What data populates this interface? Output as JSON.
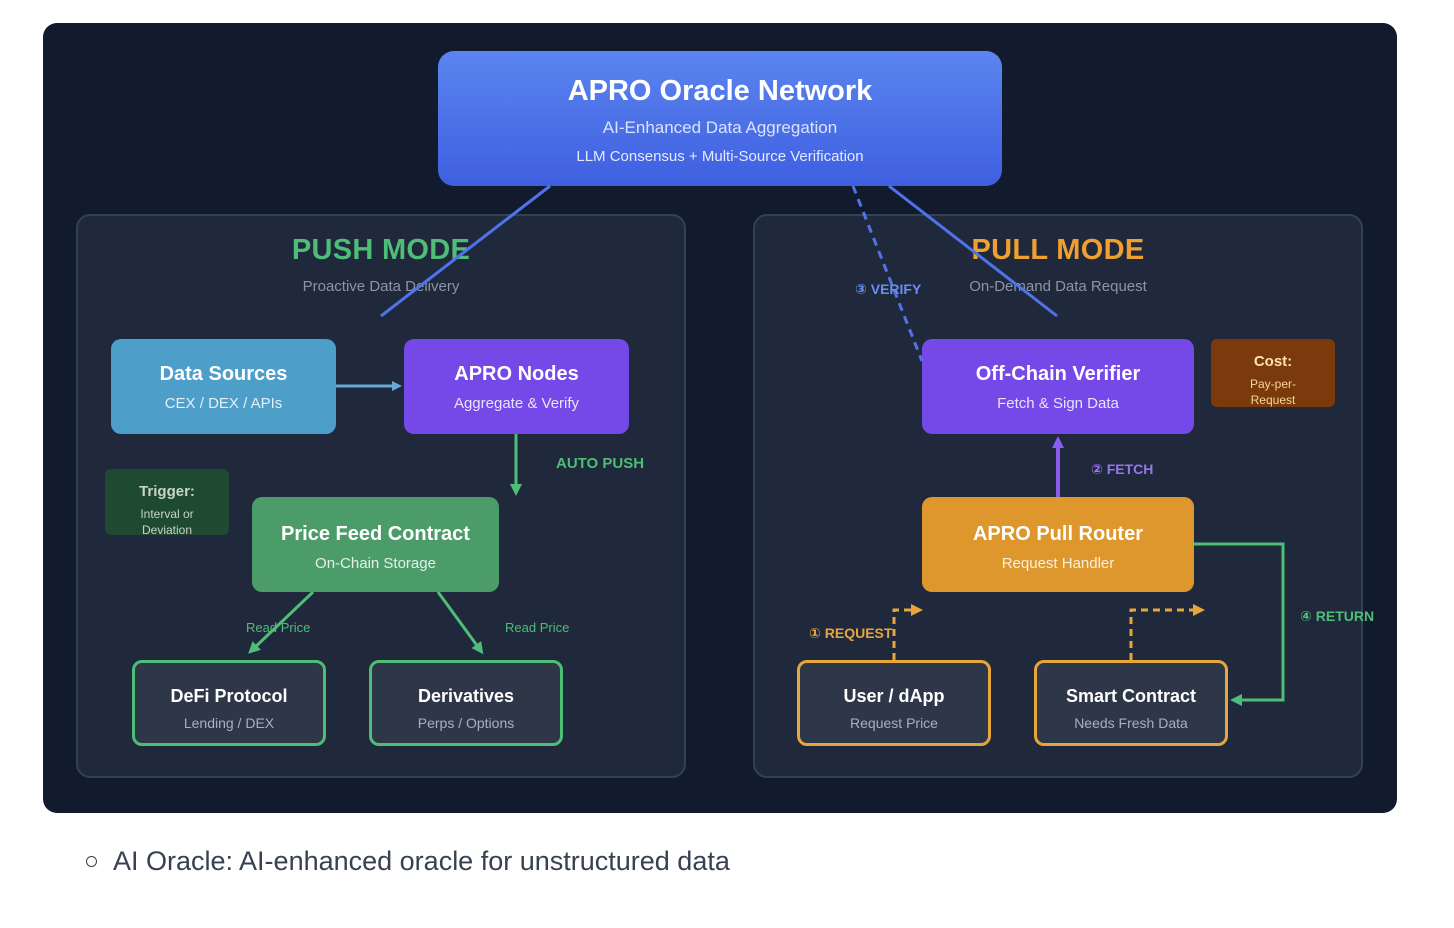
{
  "top": {
    "title": "APRO Oracle Network",
    "subtitle": "AI-Enhanced Data Aggregation",
    "detail": "LLM Consensus + Multi-Source Verification"
  },
  "push": {
    "title": "PUSH MODE",
    "subtitle": "Proactive Data Delivery",
    "sources": {
      "title": "Data Sources",
      "sub": "CEX / DEX / APIs"
    },
    "apro_nodes": {
      "title": "APRO Nodes",
      "sub": "Aggregate & Verify"
    },
    "feed": {
      "title": "Price Feed Contract",
      "sub": "On-Chain Storage"
    },
    "defi": {
      "title": "DeFi Protocol",
      "sub": "Lending / DEX"
    },
    "derivatives": {
      "title": "Derivatives",
      "sub": "Perps / Options"
    },
    "trigger": {
      "title": "Trigger:",
      "line1": "Interval or",
      "line2": "Deviation"
    },
    "auto_push": "AUTO PUSH",
    "read_price_left": "Read Price",
    "read_price_right": "Read Price"
  },
  "pull": {
    "title": "PULL MODE",
    "subtitle": "On-Demand Data Request",
    "verifier": {
      "title": "Off-Chain Verifier",
      "sub": "Fetch & Sign Data"
    },
    "router": {
      "title": "APRO Pull Router",
      "sub": "Request Handler"
    },
    "user": {
      "title": "User / dApp",
      "sub": "Request Price"
    },
    "smart": {
      "title": "Smart Contract",
      "sub": "Needs Fresh Data"
    },
    "cost": {
      "title": "Cost:",
      "line1": "Pay-per-",
      "line2": "Request"
    },
    "verify": "③ VERIFY",
    "fetch": "② FETCH",
    "request": "① REQUEST",
    "return": "④ RETURN"
  },
  "colors": {
    "background": "#121a2d",
    "panel": "#1f293b",
    "blue": "#4f74ea",
    "purple": "#7548e8",
    "green": "#4ebd78",
    "orange": "#e8a53a"
  },
  "caption": "AI Oracle: AI-enhanced oracle for unstructured data"
}
